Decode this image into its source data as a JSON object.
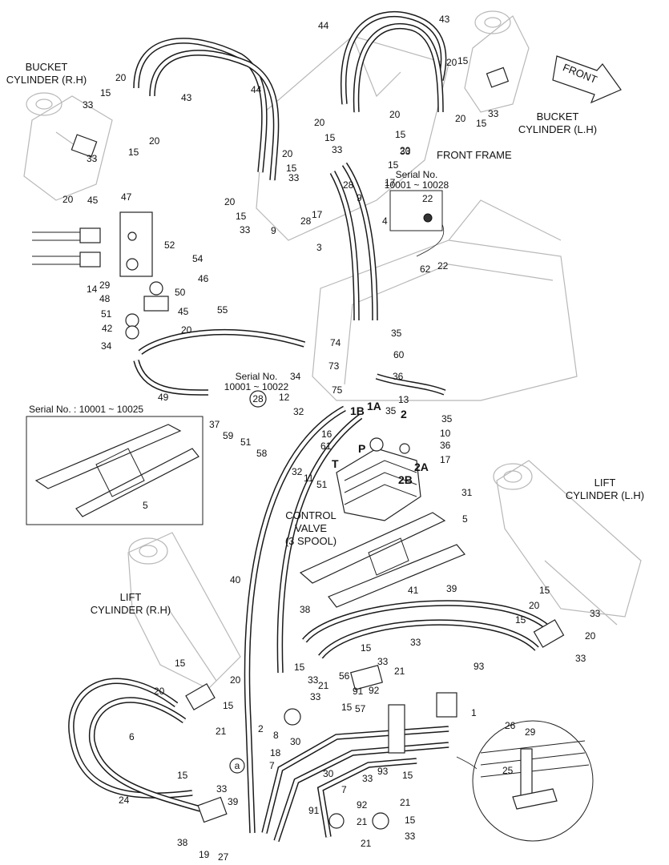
{
  "captions": {
    "bucket_rh": [
      "BUCKET",
      "CYLINDER (R.H)"
    ],
    "bucket_lh": [
      "BUCKET",
      "CYLINDER (L.H)"
    ],
    "front_frame": "FRONT FRAME",
    "lift_lh": [
      "LIFT",
      "CYLINDER (L.H)"
    ],
    "lift_rh": [
      "LIFT",
      "CYLINDER (R.H)"
    ],
    "control_valve": [
      "CONTROL",
      "VALVE",
      "(3 SPOOL)"
    ],
    "front_arrow": "FRONT",
    "serial_a": [
      "Serial No.",
      "10001 ~ 10028"
    ],
    "serial_b": [
      "Serial No.",
      "10001 ~ 10022"
    ],
    "serial_c": "Serial No. : 10001 ~ 10025",
    "port_1a": "1A",
    "port_1b": "1B",
    "port_2a": "2A",
    "port_2b": "2B",
    "port_p": "P",
    "port_t": "T",
    "port_2": "2",
    "circled_28": "28",
    "circled_a": "a"
  },
  "labels": [
    "44",
    "43",
    "43",
    "44",
    "20",
    "15",
    "33",
    "33",
    "15",
    "20",
    "20",
    "15",
    "20",
    "15",
    "33",
    "20",
    "15",
    "33",
    "15",
    "20",
    "20",
    "15",
    "33",
    "20",
    "15",
    "33",
    "9",
    "28",
    "17",
    "20",
    "15",
    "33",
    "9",
    "28",
    "17",
    "22",
    "62",
    "22",
    "4",
    "3",
    "20",
    "45",
    "47",
    "52",
    "54",
    "46",
    "50",
    "29",
    "14",
    "48",
    "51",
    "45",
    "20",
    "42",
    "34",
    "55",
    "49",
    "35",
    "74",
    "60",
    "73",
    "36",
    "75",
    "34",
    "12",
    "32",
    "37",
    "59",
    "51",
    "58",
    "16",
    "61",
    "32",
    "11",
    "51",
    "13",
    "35",
    "35",
    "10",
    "36",
    "17",
    "31",
    "5",
    "5",
    "41",
    "40",
    "38",
    "39",
    "33",
    "15",
    "20",
    "15",
    "20",
    "33",
    "33",
    "15",
    "20",
    "15",
    "20",
    "21",
    "15",
    "33",
    "21",
    "15",
    "33",
    "21",
    "33",
    "15",
    "57",
    "56",
    "92",
    "91",
    "93",
    "1",
    "2",
    "8",
    "30",
    "18",
    "30",
    "7",
    "7",
    "33",
    "93",
    "15",
    "91",
    "92",
    "21",
    "21",
    "15",
    "33",
    "21",
    "15",
    "33",
    "39",
    "38",
    "19",
    "27",
    "6",
    "24",
    "26",
    "29",
    "25"
  ]
}
